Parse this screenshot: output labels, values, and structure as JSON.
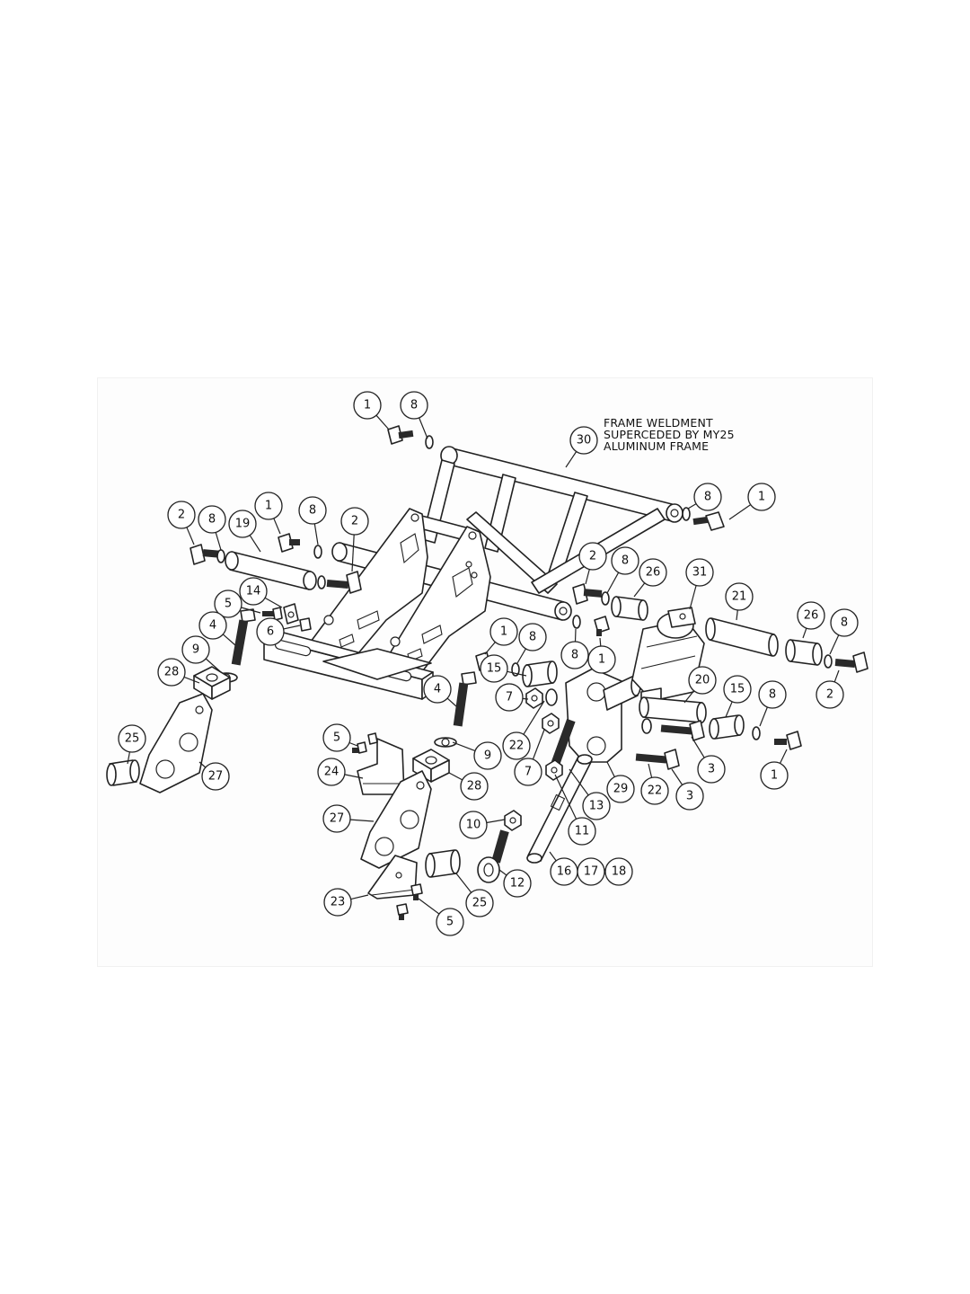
{
  "note": {
    "lines": [
      "FRAME WELDMENT",
      "SUPERCEDED BY MY25",
      "ALUMINUM FRAME"
    ]
  },
  "balloons": [
    {
      "label": "1"
    },
    {
      "label": "8"
    },
    {
      "label": "30"
    },
    {
      "label": "8"
    },
    {
      "label": "1"
    },
    {
      "label": "2"
    },
    {
      "label": "8"
    },
    {
      "label": "19"
    },
    {
      "label": "1"
    },
    {
      "label": "8"
    },
    {
      "label": "2"
    },
    {
      "label": "2"
    },
    {
      "label": "8"
    },
    {
      "label": "26"
    },
    {
      "label": "31"
    },
    {
      "label": "21"
    },
    {
      "label": "26"
    },
    {
      "label": "8"
    },
    {
      "label": "5"
    },
    {
      "label": "14"
    },
    {
      "label": "6"
    },
    {
      "label": "4"
    },
    {
      "label": "9"
    },
    {
      "label": "28"
    },
    {
      "label": "1"
    },
    {
      "label": "8"
    },
    {
      "label": "8"
    },
    {
      "label": "1"
    },
    {
      "label": "2"
    },
    {
      "label": "15"
    },
    {
      "label": "7"
    },
    {
      "label": "22"
    },
    {
      "label": "4"
    },
    {
      "label": "9"
    },
    {
      "label": "7"
    },
    {
      "label": "20"
    },
    {
      "label": "15"
    },
    {
      "label": "8"
    },
    {
      "label": "25"
    },
    {
      "label": "27"
    },
    {
      "label": "5"
    },
    {
      "label": "24"
    },
    {
      "label": "28"
    },
    {
      "label": "29"
    },
    {
      "label": "3"
    },
    {
      "label": "22"
    },
    {
      "label": "3"
    },
    {
      "label": "1"
    },
    {
      "label": "13"
    },
    {
      "label": "27"
    },
    {
      "label": "10"
    },
    {
      "label": "11"
    },
    {
      "label": "16"
    },
    {
      "label": "17"
    },
    {
      "label": "18"
    },
    {
      "label": "12"
    },
    {
      "label": "25"
    },
    {
      "label": "23"
    },
    {
      "label": "5"
    }
  ]
}
